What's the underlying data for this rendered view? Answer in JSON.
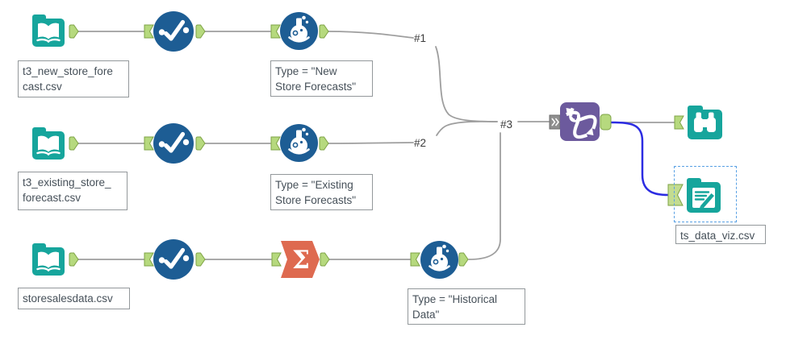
{
  "annotations": {
    "input1": "t3_new_store_fore\ncast.csv",
    "formula1": "Type = \"New\nStore Forecasts\"",
    "input2": "t3_existing_store_\nforecast.csv",
    "formula2": "Type = \"Existing\nStore Forecasts\"",
    "input3": "storesalesdata.csv",
    "formula3": "Type = \"Historical\nData\"",
    "output": "ts_data_viz.csv"
  },
  "connections": {
    "label1": "#1",
    "label2": "#2",
    "label3": "#3"
  },
  "icons": {
    "input": "open-book-icon",
    "select": "checkmark-icon",
    "formula": "flask-icon",
    "summarize": "sigma-icon",
    "sigma_glyph": "Σ",
    "union": "dna-helix-icon",
    "browse": "binoculars-icon",
    "output": "document-pencil-icon"
  },
  "colors": {
    "tool_teal": "#16a59c",
    "tool_blue": "#1d5d94",
    "tool_orange": "#de6a50",
    "tool_purple": "#6c5a9d",
    "anchor_green": "#b6d97e",
    "anchor_green_border": "#7ea345",
    "multi_anchor_gray": "#8f8f8f",
    "wire_gray": "#9e9e9e",
    "wire_selected_blue": "#2c2ce2",
    "selection_dashed_blue": "#58a0e4",
    "annotation_text": "#465059",
    "annotation_border": "#93989b"
  }
}
